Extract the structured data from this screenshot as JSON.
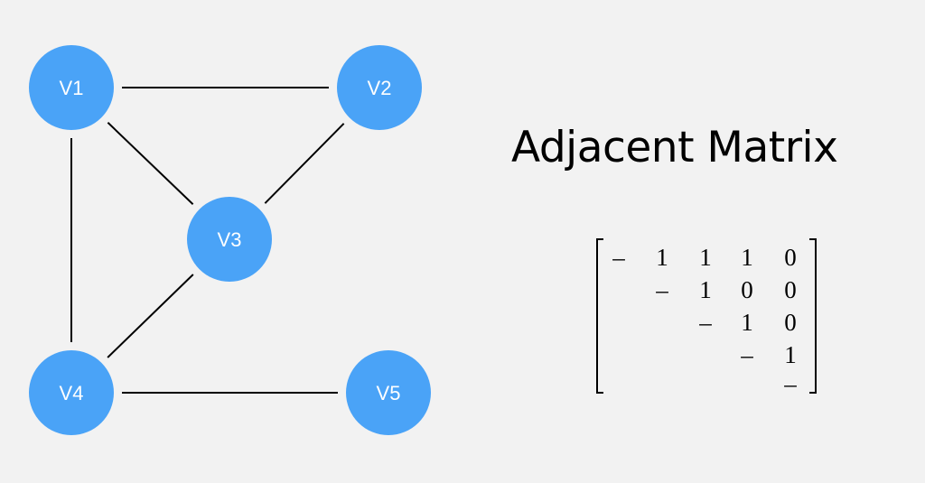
{
  "graph": {
    "node_color": "#4aa3f7",
    "nodes": [
      {
        "id": "v1",
        "label": "V1"
      },
      {
        "id": "v2",
        "label": "V2"
      },
      {
        "id": "v3",
        "label": "V3"
      },
      {
        "id": "v4",
        "label": "V4"
      },
      {
        "id": "v5",
        "label": "V5"
      }
    ],
    "edges": [
      [
        "v1",
        "v2"
      ],
      [
        "v1",
        "v3"
      ],
      [
        "v2",
        "v3"
      ],
      [
        "v1",
        "v4"
      ],
      [
        "v3",
        "v4"
      ],
      [
        "v4",
        "v5"
      ]
    ]
  },
  "title": "Adjacent Matrix",
  "matrix": {
    "rows": [
      [
        "–",
        "1",
        "1",
        "1",
        "0"
      ],
      [
        "",
        "–",
        "1",
        "0",
        "0"
      ],
      [
        "",
        "",
        "–",
        "1",
        "0"
      ],
      [
        "",
        "",
        "",
        "–",
        "1"
      ],
      [
        "",
        "",
        "",
        "",
        "–"
      ]
    ]
  }
}
